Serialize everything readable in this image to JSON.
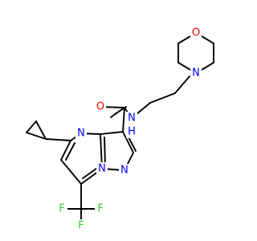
{
  "molecule": {
    "atoms": [
      {
        "id": "o-morph",
        "text": "O",
        "color": "#ff0000"
      },
      {
        "id": "n-morph",
        "text": "N",
        "color": "#0000ff"
      },
      {
        "id": "o-amide",
        "text": "O",
        "color": "#ff0000"
      },
      {
        "id": "nh-amide",
        "text": "N",
        "color": "#0000ff"
      },
      {
        "id": "h-amide",
        "text": "H",
        "color": "#0000ff"
      },
      {
        "id": "n-pyrimidine",
        "text": "N",
        "color": "#0000ff"
      },
      {
        "id": "n-bridge",
        "text": "N",
        "color": "#0000ff"
      },
      {
        "id": "n-pyrazole",
        "text": "N",
        "color": "#0000ff"
      },
      {
        "id": "f-left",
        "text": "F",
        "color": "#33cc33"
      },
      {
        "id": "f-right",
        "text": "F",
        "color": "#33cc33"
      },
      {
        "id": "f-bottom",
        "text": "F",
        "color": "#33cc33"
      }
    ]
  }
}
